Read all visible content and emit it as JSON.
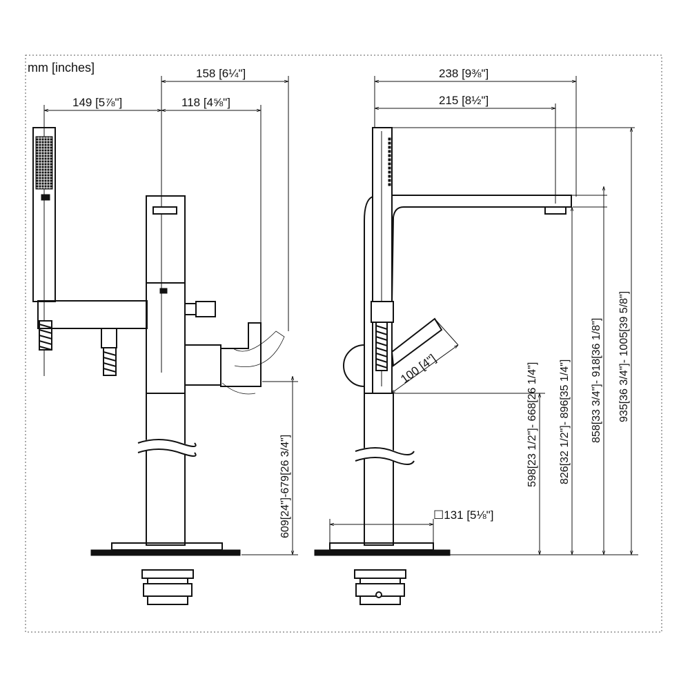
{
  "units_label": "mm [inches]",
  "side_view": {
    "dim_overall_width": "158 [6¼\"]",
    "dim_handshower_to_axis": "149 [5⅞\"]",
    "dim_axis_to_handle": "118 [4⅝\"]",
    "dim_lever_height": "609[24\"]-679[26 3/4\"]"
  },
  "front_view": {
    "dim_overall_reach": "238 [9⅜\"]",
    "dim_spout_reach": "215 [8½\"]",
    "dim_lever_swing": "100 [4\"]",
    "dim_base_plate": "☐131 [5⅛\"]",
    "dim_height_1": "598[23 1/2\"]- 668[26 1/4\"]",
    "dim_height_2": "826[32 1/2\"]- 896[35 1/4\"]",
    "dim_height_3": "858[33 3/4\"]- 918[36 1/8\"]",
    "dim_height_4": "935[36 3/4\"]- 1005[39 5/8\"]"
  }
}
